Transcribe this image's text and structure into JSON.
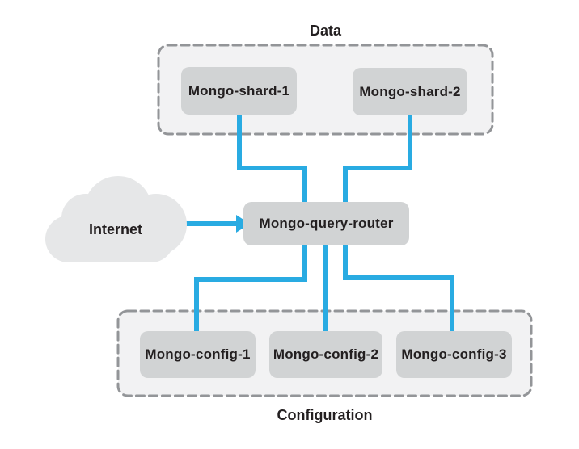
{
  "diagram": {
    "groups": {
      "data": {
        "label": "Data"
      },
      "configuration": {
        "label": "Configuration"
      }
    },
    "internet": {
      "label": "Internet"
    },
    "router": {
      "label": "Mongo-query-router"
    },
    "shards": [
      {
        "label": "Mongo-shard-1"
      },
      {
        "label": "Mongo-shard-2"
      }
    ],
    "configs": [
      {
        "label": "Mongo-config-1"
      },
      {
        "label": "Mongo-config-2"
      },
      {
        "label": "Mongo-config-3"
      }
    ],
    "colors": {
      "connector_blue": "#29abe2",
      "node_fill": "#d1d3d4",
      "group_fill": "#f2f2f3",
      "group_border": "#939598",
      "cloud_fill": "#e6e7e8",
      "text": "#231f20",
      "background": "#ffffff"
    }
  }
}
